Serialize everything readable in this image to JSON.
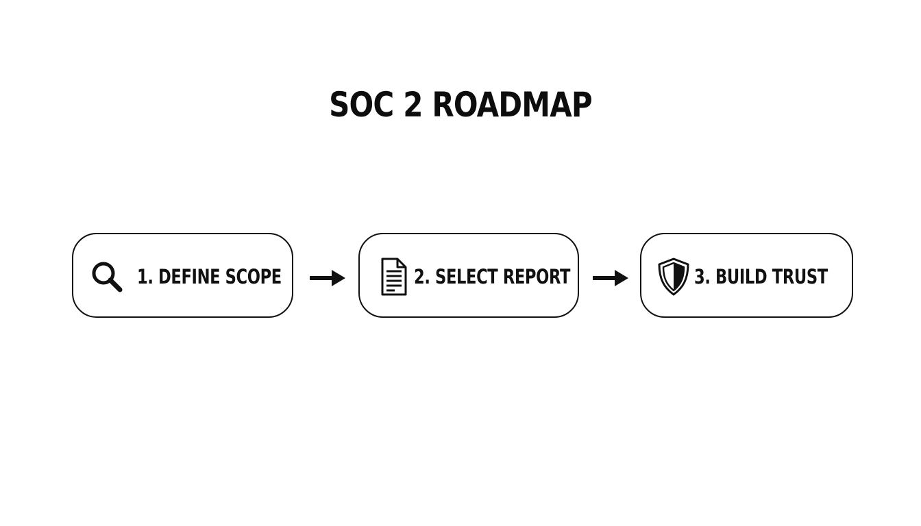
{
  "title": "SOC 2 ROADMAP",
  "steps": [
    {
      "label": "1. DEFINE SCOPE",
      "icon": "search-icon"
    },
    {
      "label": "2. SELECT REPORT",
      "icon": "document-icon"
    },
    {
      "label": "3. BUILD TRUST",
      "icon": "shield-icon"
    }
  ],
  "connectors": [
    "arrow-right-icon",
    "arrow-right-icon"
  ],
  "colors": {
    "background": "#ffffff",
    "ink": "#111111"
  }
}
